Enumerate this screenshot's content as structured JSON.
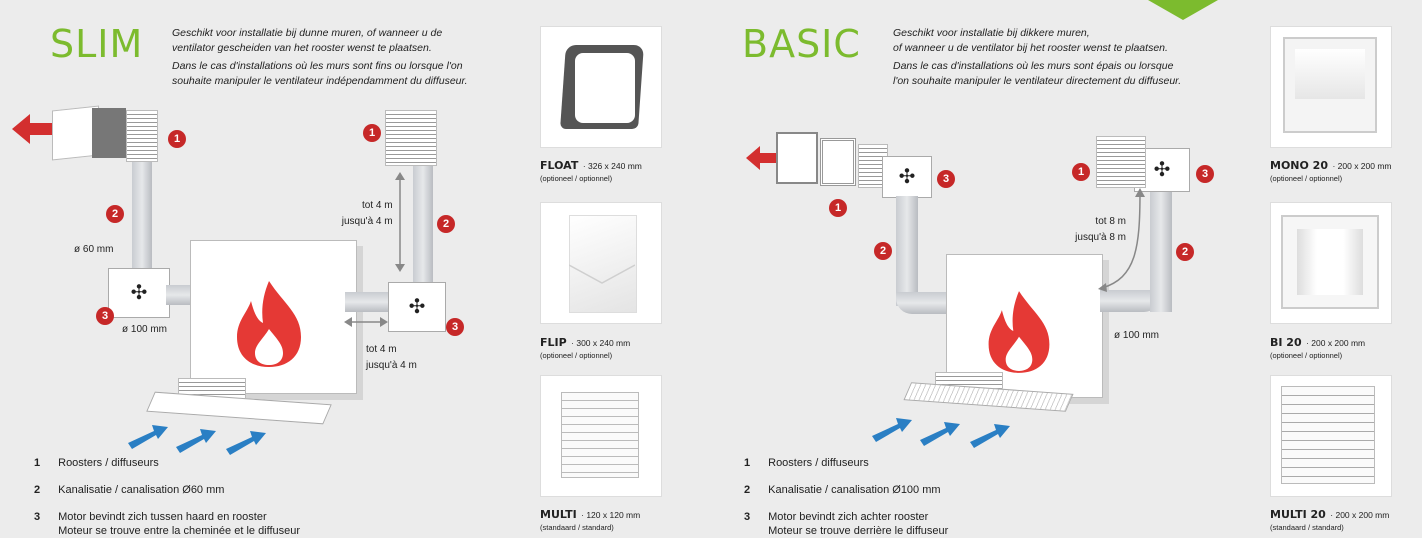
{
  "slim": {
    "title": "SLIM",
    "desc_nl_1": "Geschikt voor installatie bij dunne muren, of wanneer u de",
    "desc_nl_2": "ventilator gescheiden van het rooster wenst te plaatsen.",
    "desc_fr_1": "Dans le cas d'installations où les murs sont fins ou lorsque l'on",
    "desc_fr_2": "souhaite manipuler le ventilateur indépendamment du diffuseur.",
    "dia_60": "ø 60 mm",
    "dia_100": "ø 100 mm",
    "dist_top_nl": "tot 4 m",
    "dist_top_fr": "jusqu'à 4 m",
    "dist_bot_nl": "tot 4 m",
    "dist_bot_fr": "jusqu'à 4 m",
    "legend": [
      {
        "n": "1",
        "t": "Roosters / diffuseurs"
      },
      {
        "n": "2",
        "t": "Kanalisatie / canalisation Ø60 mm"
      },
      {
        "n": "3",
        "t": "Motor bevindt zich tussen haard en rooster",
        "t2": "Moteur se trouve entre la cheminée et le diffuseur"
      }
    ]
  },
  "basic": {
    "title": "BASIC",
    "desc_nl_1": "Geschikt voor installatie bij dikkere muren,",
    "desc_nl_2": "of wanneer u de ventilator bij het rooster wenst te plaatsen.",
    "desc_fr_1": "Dans le cas d'installations où les murs sont épais ou lorsque",
    "desc_fr_2": "l'on souhaite manipuler le ventilateur directement du diffuseur.",
    "dist_nl": "tot 8 m",
    "dist_fr": "jusqu'à 8 m",
    "dia_100": "ø 100 mm",
    "legend": [
      {
        "n": "1",
        "t": "Roosters / diffuseurs"
      },
      {
        "n": "2",
        "t": "Kanalisatie / canalisation Ø100 mm"
      },
      {
        "n": "3",
        "t": "Motor bevindt zich achter rooster",
        "t2": "Moteur se trouve derrière le diffuseur"
      }
    ]
  },
  "badges": {
    "one": "1",
    "two": "2",
    "three": "3"
  },
  "products_left": [
    {
      "name": "FLOAT",
      "size": "326 x 240 mm",
      "note": "(optioneel / optionnel)"
    },
    {
      "name": "FLIP",
      "size": "300 x 240 mm",
      "note": "(optioneel / optionnel)"
    },
    {
      "name": "MULTI",
      "size": "120 x 120 mm",
      "note": "(standaard / standard)"
    }
  ],
  "products_right": [
    {
      "name": "MONO 20",
      "size": "200 x 200 mm",
      "note": "(optioneel / optionnel)"
    },
    {
      "name": "BI 20",
      "size": "200 x 200 mm",
      "note": "(optioneel / optionnel)"
    },
    {
      "name": "MULTI 20",
      "size": "200 x 200 mm",
      "note": "(standaard / standard)"
    }
  ],
  "colors": {
    "accent": "#7cbb2e",
    "badge": "#c62828",
    "arrow_red": "#d32f2f",
    "arrow_blue": "#2a7fc4",
    "flame": "#e53935"
  }
}
